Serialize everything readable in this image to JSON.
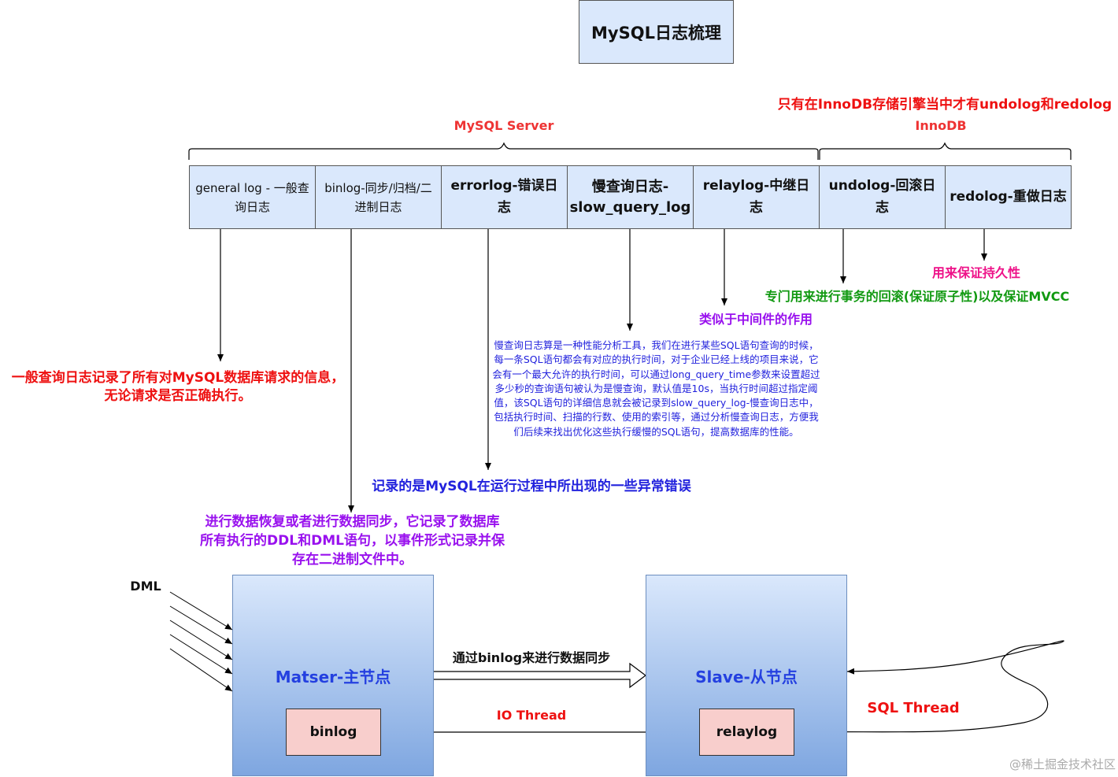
{
  "title": "MySQL日志梳理",
  "groups": {
    "server": "MySQL Server",
    "innodb": "InnoDB",
    "innodb_note": "只有在InnoDB存储引擎当中才有undolog和redolog"
  },
  "logs": [
    {
      "line1": "general log - 一般查",
      "line2": "询日志"
    },
    {
      "line1": "binlog-同步/归档/二",
      "line2": "进制日志"
    },
    {
      "line1": "errorlog-错误日志"
    },
    {
      "line1": "慢查询日志-",
      "line2": "slow_query_log"
    },
    {
      "line1": "relaylog-中继日志"
    },
    {
      "line1": "undolog-回滚日志"
    },
    {
      "line1": "redolog-重做日志"
    }
  ],
  "notes": {
    "general_1": "一般查询日志记录了所有对MySQL数据库请求的信息，",
    "general_2": "无论请求是否正确执行。",
    "binlog_1": "进行数据恢复或者进行数据同步，它记录了数据库",
    "binlog_2": "所有执行的DDL和DML语句，以事件形式记录并保",
    "binlog_3": "存在二进制文件中。",
    "errorlog": "记录的是MySQL在运行过程中所出现的一些异常错误",
    "slow": "慢查询日志算是一种性能分析工具，我们在进行某些SQL语句查询的时候，每一条SQL语句都会有对应的执行时间，对于企业已经上线的项目来说，它会有一个最大允许的执行时间，可以通过long_query_time参数来设置超过多少秒的查询语句被认为是慢查询，默认值是10s，当执行时间超过指定阈值，该SQL语句的详细信息就会被记录到slow_query_log-慢查询日志中，包括执行时间、扫描的行数、使用的索引等，通过分析慢查询日志，方便我们后续来找出优化这些执行缓慢的SQL语句，提高数据库的性能。",
    "relay": "类似于中间件的作用",
    "undo": "专门用来进行事务的回滚(保证原子性)以及保证MVCC",
    "redo": "用来保证持久性"
  },
  "replication": {
    "dml": "DML",
    "master": "Matser-主节点",
    "master_inner": "binlog",
    "slave": "Slave-从节点",
    "slave_inner": "relaylog",
    "sync": "通过binlog来进行数据同步",
    "io": "IO Thread",
    "sql": "SQL Thread"
  },
  "watermark": "@稀土掘金技术社区",
  "colors": {
    "box_fill": "#dae8fc",
    "inner_fill": "#f8cecc",
    "node_label": "#2440e0"
  }
}
